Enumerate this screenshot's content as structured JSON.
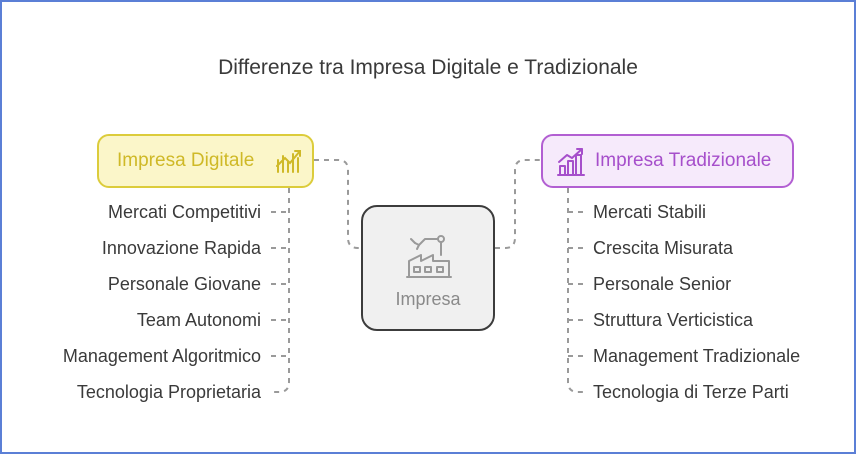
{
  "title": "Differenze tra Impresa Digitale e Tradizionale",
  "center": {
    "label": "Impresa",
    "icon": "factory-robot-arm-icon"
  },
  "left": {
    "label": "Impresa Digitale",
    "icon": "chart-growth-icon",
    "items": [
      "Mercati Competitivi",
      "Innovazione Rapida",
      "Personale Giovane",
      "Team Autonomi",
      "Management Algoritmico",
      "Tecnologia Proprietaria"
    ]
  },
  "right": {
    "label": "Impresa Tradizionale",
    "icon": "bar-chart-trend-icon",
    "items": [
      "Mercati Stabili",
      "Crescita Misurata",
      "Personale Senior",
      "Struttura Verticistica",
      "Management Tradizionale",
      "Tecnologia di Terze Parti"
    ]
  },
  "colors": {
    "frame": "#5b7fd6",
    "left_accent": "#dccc3b",
    "right_accent": "#b25fd2",
    "connector": "#9a9a9a"
  }
}
